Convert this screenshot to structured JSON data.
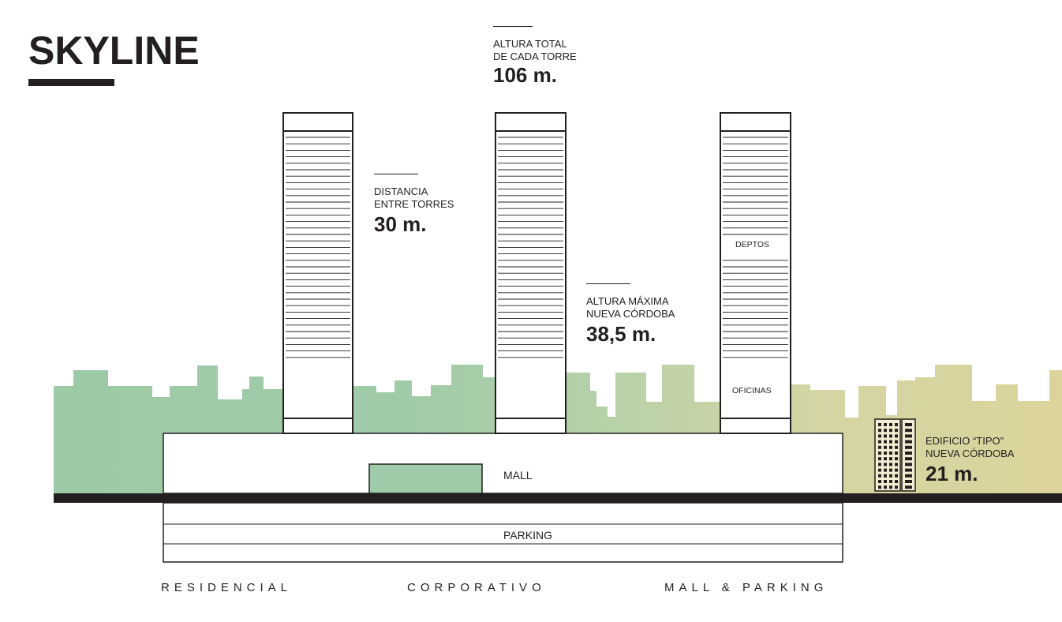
{
  "title": "SKYLINE",
  "annotations": {
    "tower_height": {
      "label_1": "ALTURA TOTAL",
      "label_2": "DE CADA TORRE",
      "value": "106 m."
    },
    "distance": {
      "label_1": "DISTANCIA",
      "label_2": "ENTRE TORRES",
      "value": "30 m."
    },
    "max_height": {
      "label_1": "ALTURA MÁXIMA",
      "label_2": "NUEVA CÓRDOBA",
      "value": "38,5 m."
    },
    "typical_building": {
      "label_1": "EDIFICIO “TIPO”",
      "label_2": "NUEVA CÓRDOBA",
      "value": "21 m."
    }
  },
  "tower_labels": {
    "apartments": "DEPTOS",
    "offices": "OFICINAS"
  },
  "podium": {
    "mall": "MALL",
    "parking": "PARKING"
  },
  "zones": [
    "RESIDENCIAL",
    "CORPORATIVO",
    "MALL & PARKING"
  ],
  "colors": {
    "green": "#9dcaa6",
    "olive": "#dcd49c",
    "ink": "#231f20"
  }
}
